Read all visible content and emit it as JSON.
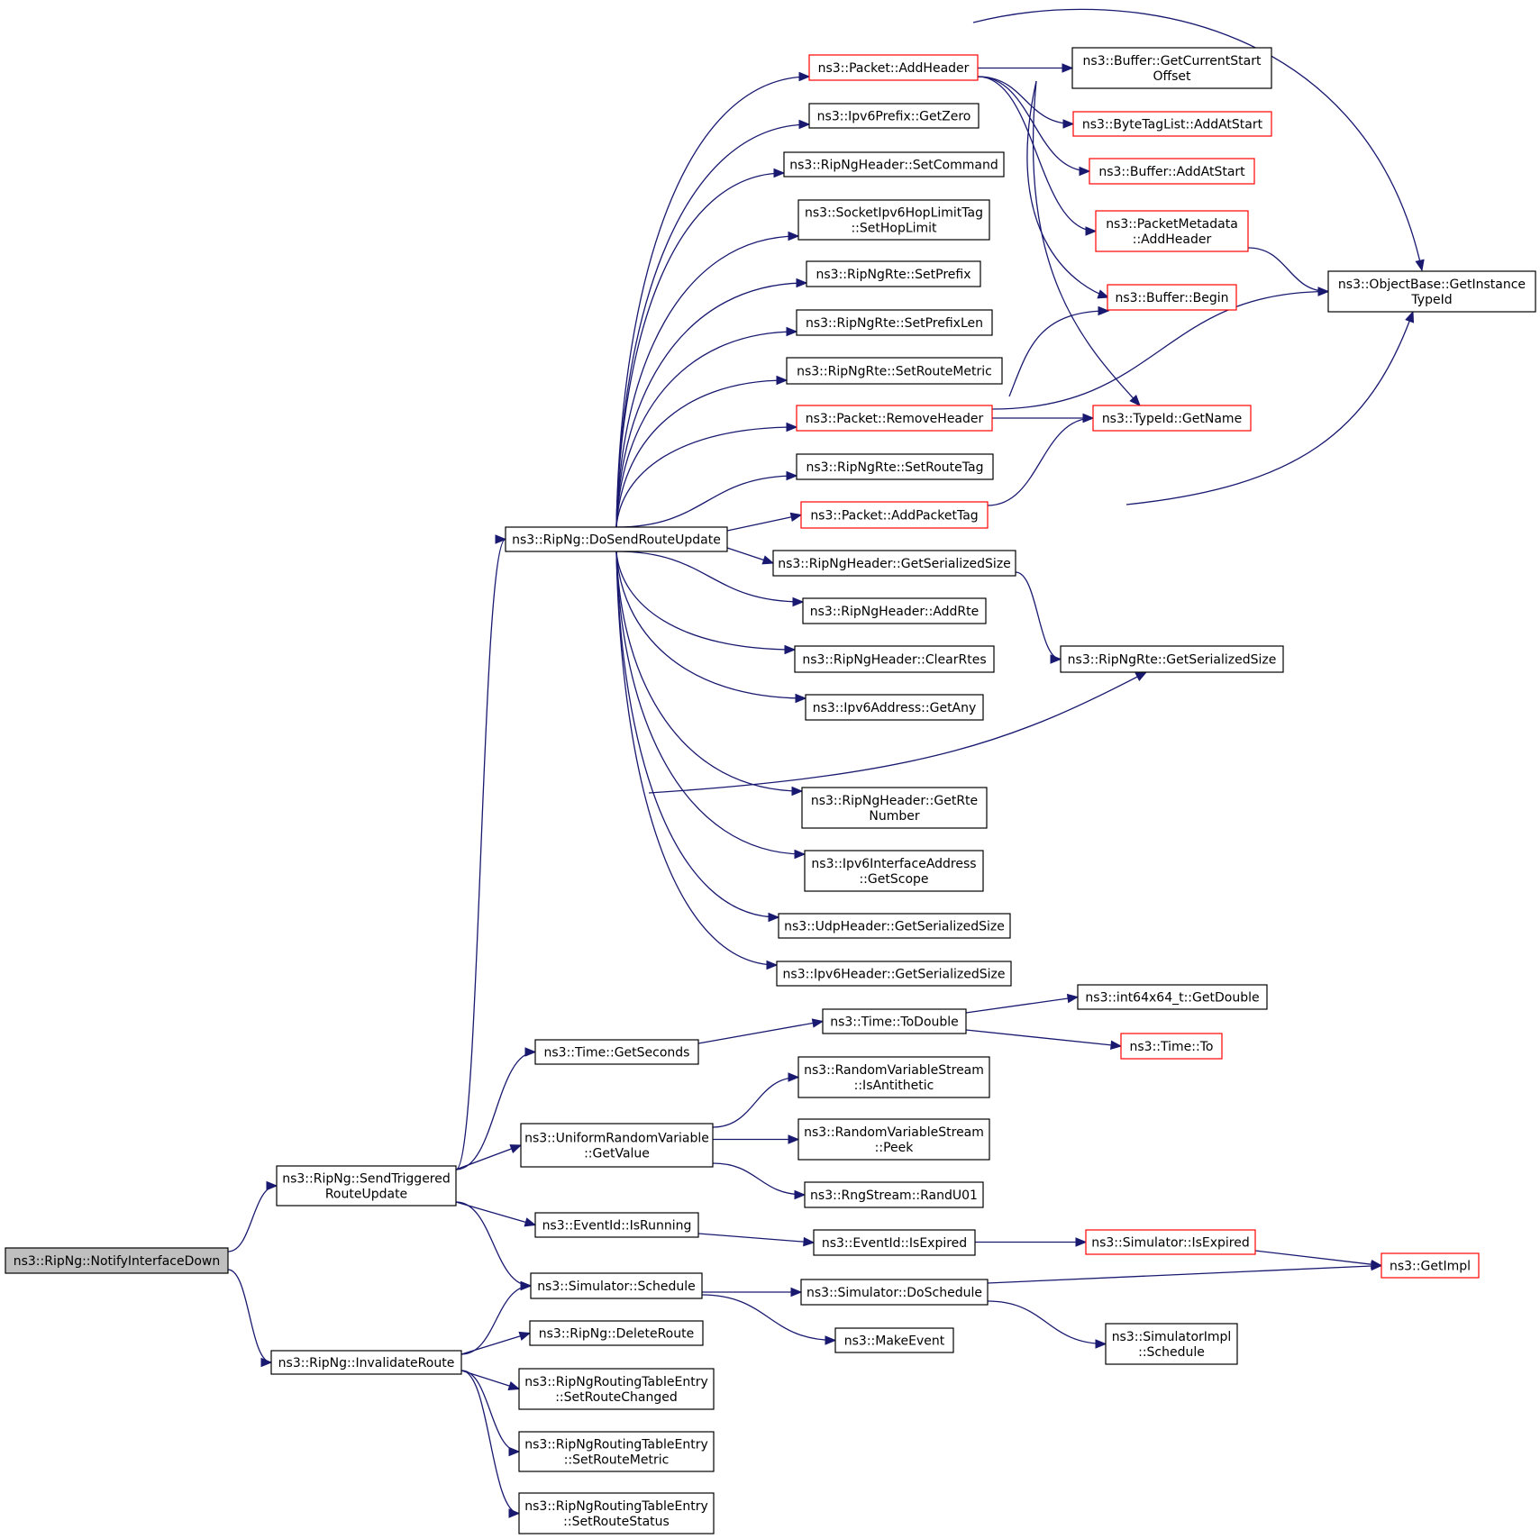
{
  "nodes": {
    "notify": {
      "lines": [
        "ns3::RipNg::NotifyInterfaceDown"
      ],
      "style": "root"
    },
    "sendTriggered": {
      "lines": [
        "ns3::RipNg::SendTriggered",
        "RouteUpdate"
      ],
      "style": "normal"
    },
    "invalidate": {
      "lines": [
        "ns3::RipNg::InvalidateRoute"
      ],
      "style": "normal"
    },
    "doSend": {
      "lines": [
        "ns3::RipNg::DoSendRouteUpdate"
      ],
      "style": "normal"
    },
    "addHeader": {
      "lines": [
        "ns3::Packet::AddHeader"
      ],
      "style": "red"
    },
    "getZero": {
      "lines": [
        "ns3::Ipv6Prefix::GetZero"
      ],
      "style": "normal"
    },
    "setCommand": {
      "lines": [
        "ns3::RipNgHeader::SetCommand"
      ],
      "style": "normal"
    },
    "setHopLimit": {
      "lines": [
        "ns3::SocketIpv6HopLimitTag",
        "::SetHopLimit"
      ],
      "style": "normal"
    },
    "setPrefix": {
      "lines": [
        "ns3::RipNgRte::SetPrefix"
      ],
      "style": "normal"
    },
    "setPrefixLen": {
      "lines": [
        "ns3::RipNgRte::SetPrefixLen"
      ],
      "style": "normal"
    },
    "setRouteMetricRte": {
      "lines": [
        "ns3::RipNgRte::SetRouteMetric"
      ],
      "style": "normal"
    },
    "removeHeader": {
      "lines": [
        "ns3::Packet::RemoveHeader"
      ],
      "style": "red"
    },
    "setRouteTag": {
      "lines": [
        "ns3::RipNgRte::SetRouteTag"
      ],
      "style": "normal"
    },
    "addPacketTag": {
      "lines": [
        "ns3::Packet::AddPacketTag"
      ],
      "style": "red"
    },
    "hdrGetSerialized": {
      "lines": [
        "ns3::RipNgHeader::GetSerializedSize"
      ],
      "style": "normal"
    },
    "addRte": {
      "lines": [
        "ns3::RipNgHeader::AddRte"
      ],
      "style": "normal"
    },
    "clearRtes": {
      "lines": [
        "ns3::RipNgHeader::ClearRtes"
      ],
      "style": "normal"
    },
    "getAny": {
      "lines": [
        "ns3::Ipv6Address::GetAny"
      ],
      "style": "normal"
    },
    "getRteNumber": {
      "lines": [
        "ns3::RipNgHeader::GetRte",
        "Number"
      ],
      "style": "normal"
    },
    "getScope": {
      "lines": [
        "ns3::Ipv6InterfaceAddress",
        "::GetScope"
      ],
      "style": "normal"
    },
    "udpGetSerialized": {
      "lines": [
        "ns3::UdpHeader::GetSerializedSize"
      ],
      "style": "normal"
    },
    "ipv6GetSerialized": {
      "lines": [
        "ns3::Ipv6Header::GetSerializedSize"
      ],
      "style": "normal"
    },
    "getCurrentStart": {
      "lines": [
        "ns3::Buffer::GetCurrentStart",
        "Offset"
      ],
      "style": "normal"
    },
    "byteTagAddAtStart": {
      "lines": [
        "ns3::ByteTagList::AddAtStart"
      ],
      "style": "red"
    },
    "bufAddAtStart": {
      "lines": [
        "ns3::Buffer::AddAtStart"
      ],
      "style": "red"
    },
    "pmAddHeader": {
      "lines": [
        "ns3::PacketMetadata",
        "::AddHeader"
      ],
      "style": "red"
    },
    "bufBegin": {
      "lines": [
        "ns3::Buffer::Begin"
      ],
      "style": "red"
    },
    "getInstanceTypeId": {
      "lines": [
        "ns3::ObjectBase::GetInstance",
        "TypeId"
      ],
      "style": "normal"
    },
    "typeIdGetName": {
      "lines": [
        "ns3::TypeId::GetName"
      ],
      "style": "red"
    },
    "rteGetSerialized": {
      "lines": [
        "ns3::RipNgRte::GetSerializedSize"
      ],
      "style": "normal"
    },
    "getSeconds": {
      "lines": [
        "ns3::Time::GetSeconds"
      ],
      "style": "normal"
    },
    "toDouble": {
      "lines": [
        "ns3::Time::ToDouble"
      ],
      "style": "normal"
    },
    "getDouble": {
      "lines": [
        "ns3::int64x64_t::GetDouble"
      ],
      "style": "normal"
    },
    "timeTo": {
      "lines": [
        "ns3::Time::To"
      ],
      "style": "red"
    },
    "uniformGetValue": {
      "lines": [
        "ns3::UniformRandomVariable",
        "::GetValue"
      ],
      "style": "normal"
    },
    "isAntithetic": {
      "lines": [
        "ns3::RandomVariableStream",
        "::IsAntithetic"
      ],
      "style": "normal"
    },
    "peek": {
      "lines": [
        "ns3::RandomVariableStream",
        "::Peek"
      ],
      "style": "normal"
    },
    "randU01": {
      "lines": [
        "ns3::RngStream::RandU01"
      ],
      "style": "normal"
    },
    "isRunning": {
      "lines": [
        "ns3::EventId::IsRunning"
      ],
      "style": "normal"
    },
    "eventIsExpired": {
      "lines": [
        "ns3::EventId::IsExpired"
      ],
      "style": "normal"
    },
    "simIsExpired": {
      "lines": [
        "ns3::Simulator::IsExpired"
      ],
      "style": "red"
    },
    "getImpl": {
      "lines": [
        "ns3::GetImpl"
      ],
      "style": "red"
    },
    "simSchedule": {
      "lines": [
        "ns3::Simulator::Schedule"
      ],
      "style": "normal"
    },
    "doSchedule": {
      "lines": [
        "ns3::Simulator::DoSchedule"
      ],
      "style": "normal"
    },
    "makeEvent": {
      "lines": [
        "ns3::MakeEvent"
      ],
      "style": "normal"
    },
    "implSchedule": {
      "lines": [
        "ns3::SimulatorImpl",
        "::Schedule"
      ],
      "style": "normal"
    },
    "deleteRoute": {
      "lines": [
        "ns3::RipNg::DeleteRoute"
      ],
      "style": "normal"
    },
    "setRouteChanged": {
      "lines": [
        "ns3::RipNgRoutingTableEntry",
        "::SetRouteChanged"
      ],
      "style": "normal"
    },
    "setRouteMetricEntry": {
      "lines": [
        "ns3::RipNgRoutingTableEntry",
        "::SetRouteMetric"
      ],
      "style": "normal"
    },
    "setRouteStatus": {
      "lines": [
        "ns3::RipNgRoutingTableEntry",
        "::SetRouteStatus"
      ],
      "style": "normal"
    }
  },
  "edges": [
    [
      "notify",
      "sendTriggered"
    ],
    [
      "notify",
      "invalidate"
    ],
    [
      "sendTriggered",
      "doSend"
    ],
    [
      "sendTriggered",
      "getSeconds"
    ],
    [
      "sendTriggered",
      "uniformGetValue"
    ],
    [
      "sendTriggered",
      "isRunning"
    ],
    [
      "sendTriggered",
      "simSchedule"
    ],
    [
      "invalidate",
      "simSchedule"
    ],
    [
      "invalidate",
      "deleteRoute"
    ],
    [
      "invalidate",
      "setRouteChanged"
    ],
    [
      "invalidate",
      "setRouteMetricEntry"
    ],
    [
      "invalidate",
      "setRouteStatus"
    ],
    [
      "doSend",
      "addHeader"
    ],
    [
      "doSend",
      "getZero"
    ],
    [
      "doSend",
      "setCommand"
    ],
    [
      "doSend",
      "setHopLimit"
    ],
    [
      "doSend",
      "setPrefix"
    ],
    [
      "doSend",
      "setPrefixLen"
    ],
    [
      "doSend",
      "setRouteMetricRte"
    ],
    [
      "doSend",
      "removeHeader"
    ],
    [
      "doSend",
      "setRouteTag"
    ],
    [
      "doSend",
      "addPacketTag"
    ],
    [
      "doSend",
      "hdrGetSerialized"
    ],
    [
      "doSend",
      "addRte"
    ],
    [
      "doSend",
      "clearRtes"
    ],
    [
      "doSend",
      "getAny"
    ],
    [
      "doSend",
      "rteGetSerialized"
    ],
    [
      "doSend",
      "getRteNumber"
    ],
    [
      "doSend",
      "getScope"
    ],
    [
      "doSend",
      "udpGetSerialized"
    ],
    [
      "doSend",
      "ipv6GetSerialized"
    ],
    [
      "addHeader",
      "getInstanceTypeId"
    ],
    [
      "addHeader",
      "getCurrentStart"
    ],
    [
      "addHeader",
      "byteTagAddAtStart"
    ],
    [
      "addHeader",
      "bufAddAtStart"
    ],
    [
      "addHeader",
      "pmAddHeader"
    ],
    [
      "addHeader",
      "bufBegin"
    ],
    [
      "addHeader",
      "typeIdGetName"
    ],
    [
      "pmAddHeader",
      "getInstanceTypeId"
    ],
    [
      "removeHeader",
      "bufBegin"
    ],
    [
      "removeHeader",
      "getInstanceTypeId"
    ],
    [
      "removeHeader",
      "typeIdGetName"
    ],
    [
      "addPacketTag",
      "typeIdGetName"
    ],
    [
      "addPacketTag",
      "getInstanceTypeId"
    ],
    [
      "hdrGetSerialized",
      "rteGetSerialized"
    ],
    [
      "getSeconds",
      "toDouble"
    ],
    [
      "toDouble",
      "getDouble"
    ],
    [
      "toDouble",
      "timeTo"
    ],
    [
      "uniformGetValue",
      "isAntithetic"
    ],
    [
      "uniformGetValue",
      "peek"
    ],
    [
      "uniformGetValue",
      "randU01"
    ],
    [
      "isRunning",
      "eventIsExpired"
    ],
    [
      "eventIsExpired",
      "simIsExpired"
    ],
    [
      "simIsExpired",
      "getImpl"
    ],
    [
      "simSchedule",
      "doSchedule"
    ],
    [
      "simSchedule",
      "makeEvent"
    ],
    [
      "doSchedule",
      "getImpl"
    ],
    [
      "doSchedule",
      "implSchedule"
    ]
  ],
  "colors": {
    "edge": "#191970",
    "highlight_border": "#ff0000",
    "root_fill": "#bfbfbf",
    "node_border": "#000000"
  }
}
